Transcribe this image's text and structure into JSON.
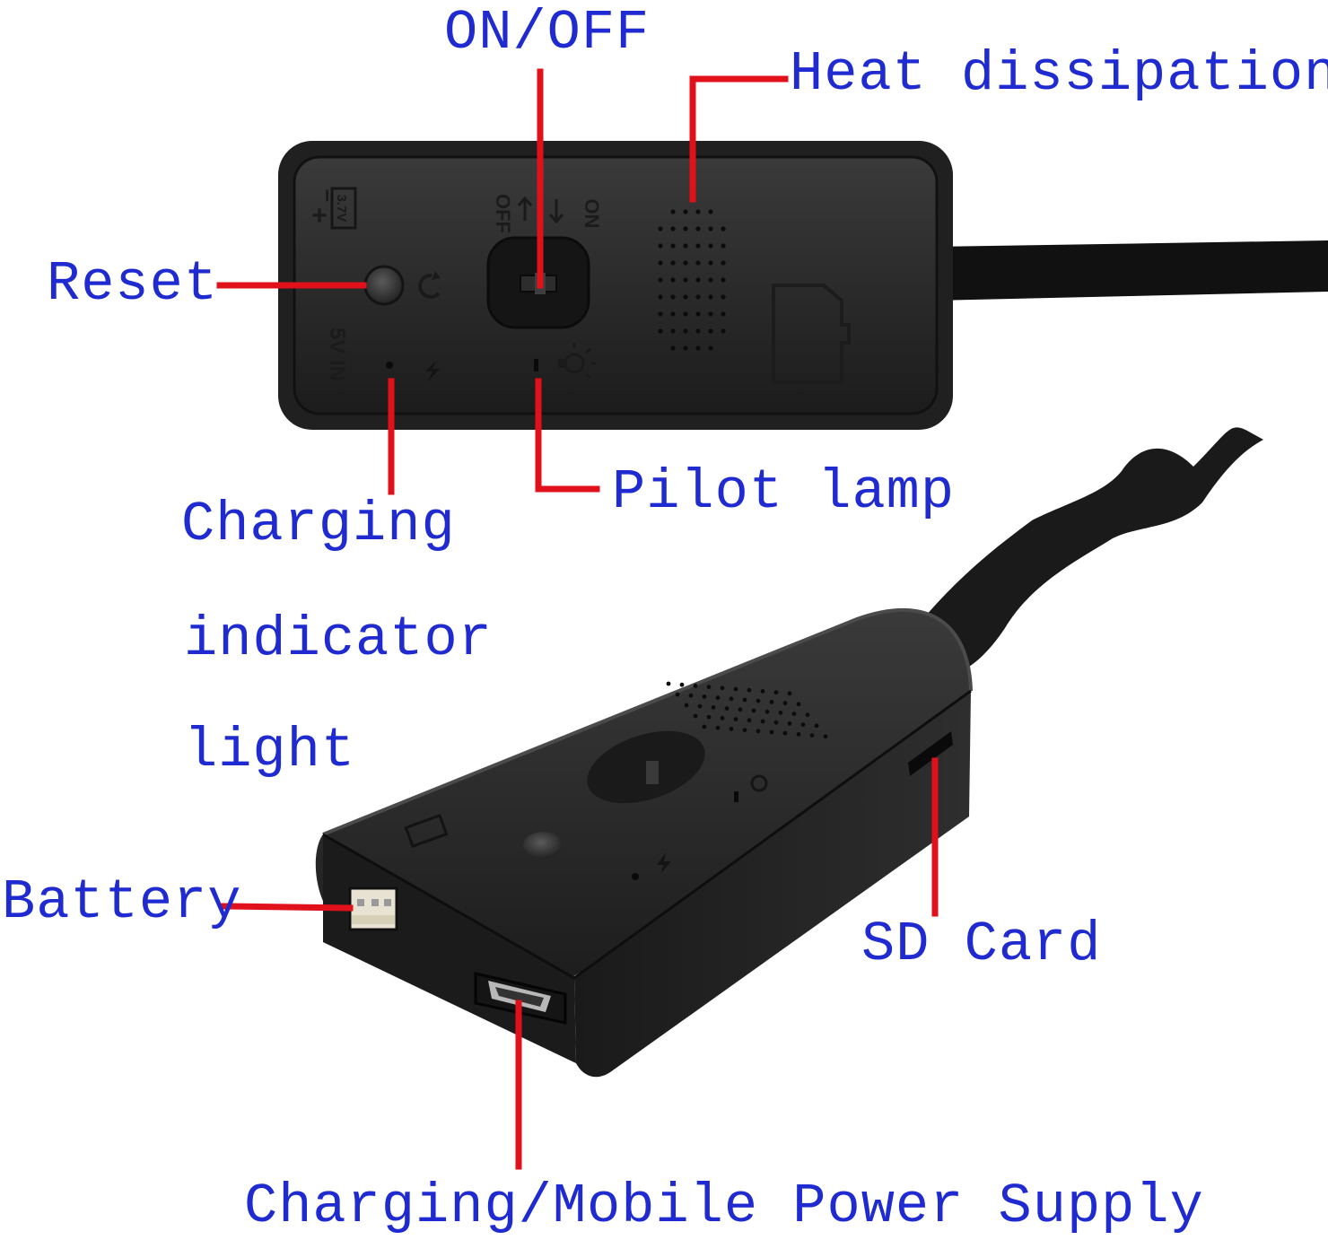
{
  "labels": {
    "on_off": "ON/OFF",
    "heat": "Heat dissipation",
    "reset": "Reset",
    "pilot": "Pilot lamp",
    "charging_1": "Charging",
    "charging_2": "indicator",
    "charging_3": "light",
    "battery": "Battery",
    "sd_card": "SD Card",
    "power": "Charging/Mobile Power Supply"
  },
  "device_markings": {
    "battery_voltage": "3.7V",
    "minus": "−",
    "plus": "+",
    "off": "OFF",
    "on": "ON",
    "input": "5V IN"
  },
  "colors": {
    "label_text": "#1f2bd0",
    "leader_line": "#e0111a",
    "device_body": "#232323",
    "device_face": "#2b2b2b"
  },
  "icons": [
    "reset-button-icon",
    "refresh-arrow-icon",
    "lightning-icon",
    "bulb-icon",
    "sd-card-slot-icon",
    "battery-connector-icon",
    "micro-usb-port-icon"
  ]
}
